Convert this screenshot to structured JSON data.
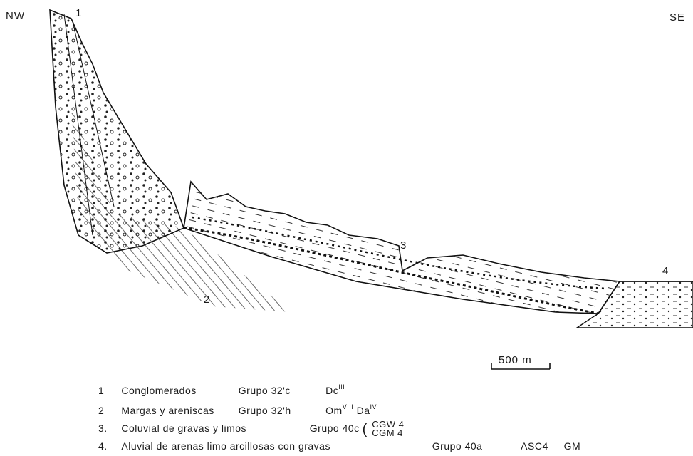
{
  "orientation": {
    "left": "NW",
    "right": "SE"
  },
  "unit_labels": {
    "u1": "1",
    "u2": "2",
    "u3": "3",
    "u4": "4"
  },
  "scale": {
    "label": "500 m"
  },
  "legend": [
    {
      "num": "1",
      "name": "Conglomerados",
      "group": "Grupo 32'c",
      "extra": "Dc",
      "extra_sup": "III"
    },
    {
      "num": "2",
      "name": "Margas y areniscas",
      "group": "Grupo 32'h",
      "extra1": "Om",
      "extra1_sup": "VIII",
      "extra2": "Da",
      "extra2_sup": "IV"
    },
    {
      "num": "3.",
      "name": "Coluvial de gravas y limos",
      "group": "Grupo 40c",
      "codes": [
        "CGW 4",
        "CGM 4"
      ]
    },
    {
      "num": "4.",
      "name": "Aluvial de arenas limo  arcillosas con gravas",
      "group": "Grupo 40a",
      "code1": "ASC4",
      "code2": "GM"
    }
  ]
}
